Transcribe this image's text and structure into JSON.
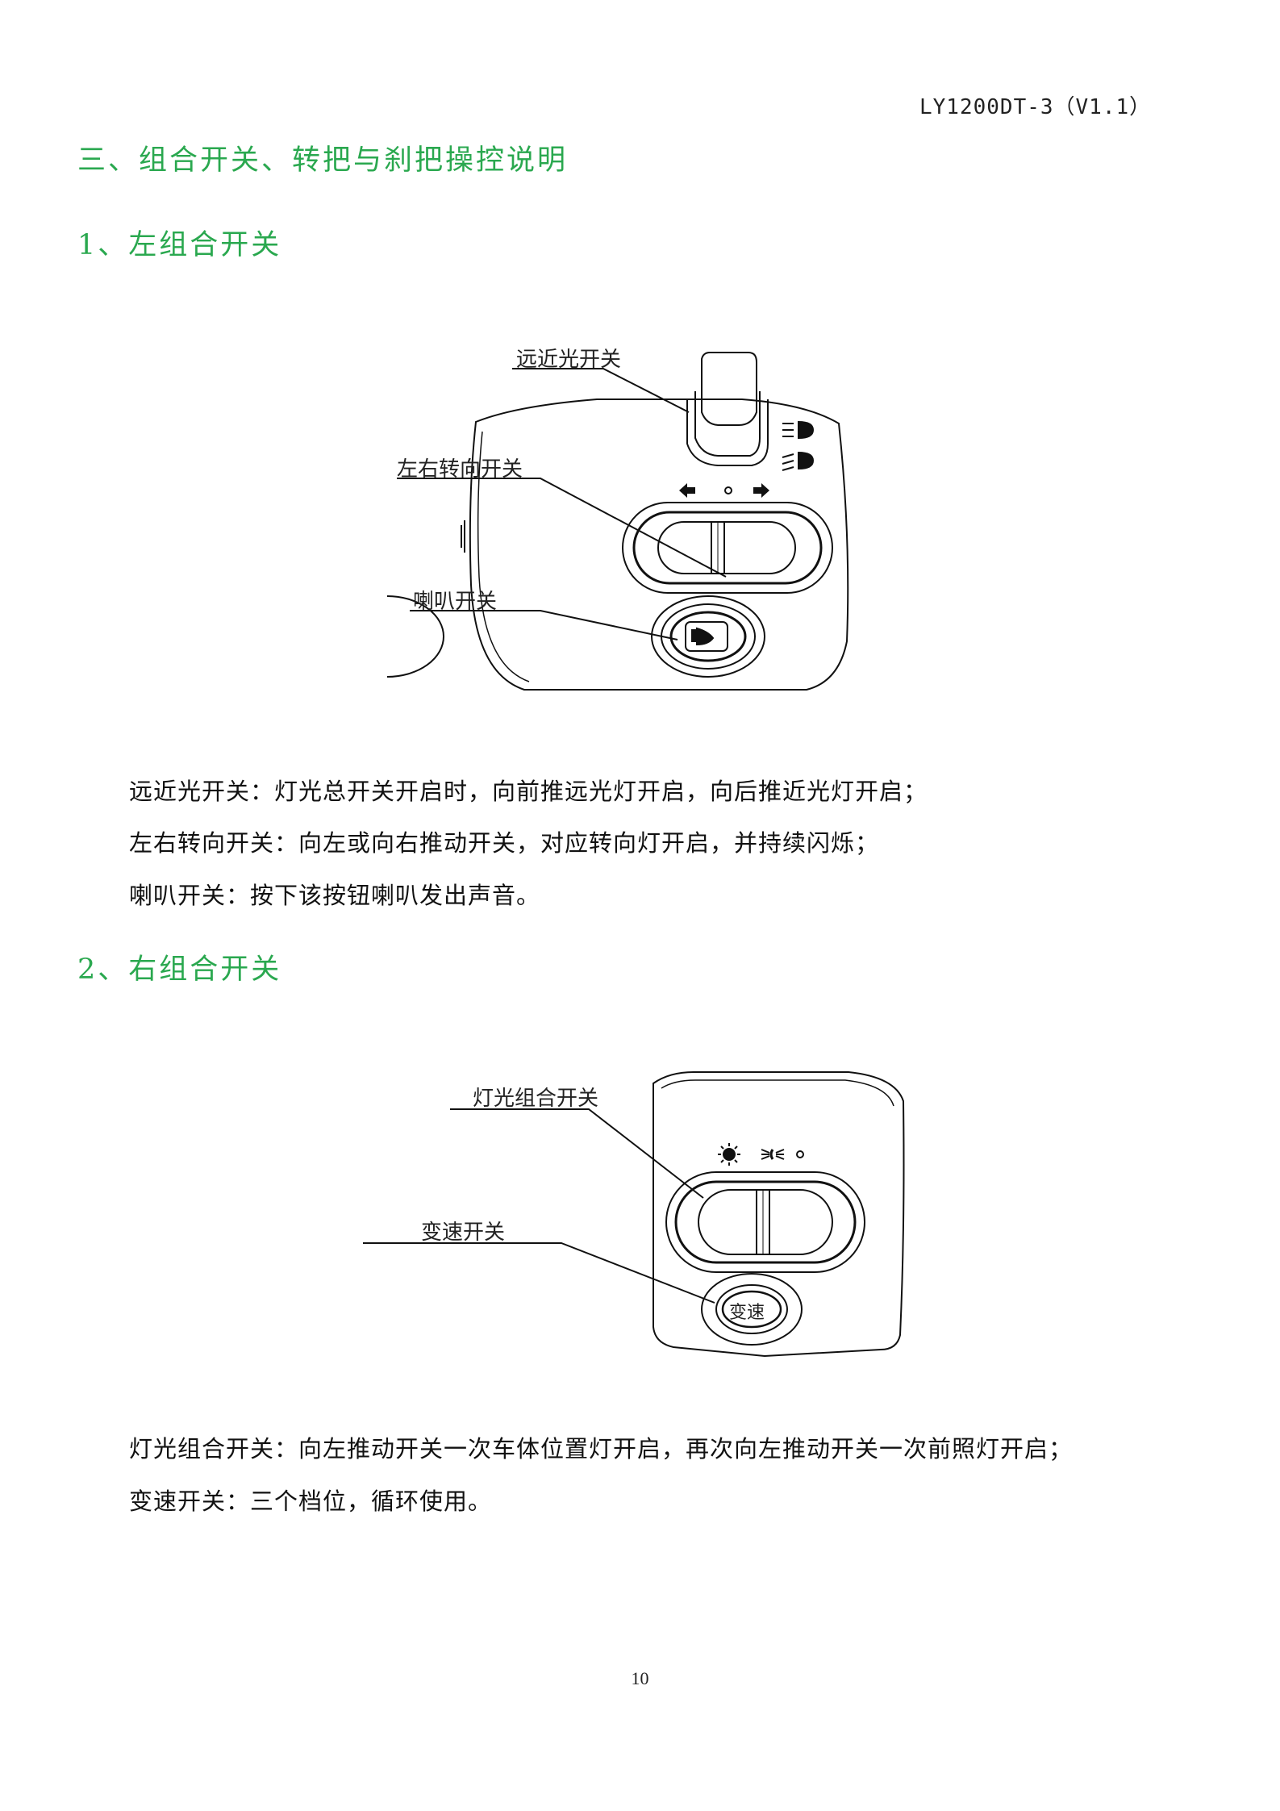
{
  "header": {
    "doc_code": "LY1200DT-3（V1.1）"
  },
  "section": {
    "title": "三、组合开关、转把与刹把操控说明"
  },
  "left_switch": {
    "heading": "1、左组合开关",
    "labels": {
      "beam": "远近光开关",
      "turn": "左右转向开关",
      "horn": "喇叭开关"
    },
    "desc": [
      "远近光开关：灯光总开关开启时，向前推远光灯开启，向后推近光灯开启；",
      "左右转向开关：向左或向右推动开关，对应转向灯开启，并持续闪烁；",
      "喇叭开关：按下该按钮喇叭发出声音。"
    ]
  },
  "right_switch": {
    "heading": "2、右组合开关",
    "labels": {
      "light": "灯光组合开关",
      "speed": "变速开关"
    },
    "button_text": "变速",
    "desc": [
      "灯光组合开关：向左推动开关一次车体位置灯开启，再次向左推动开关一次前照灯开启；",
      "变速开关：三个档位，循环使用。"
    ]
  },
  "footer": {
    "page_number": "10"
  }
}
